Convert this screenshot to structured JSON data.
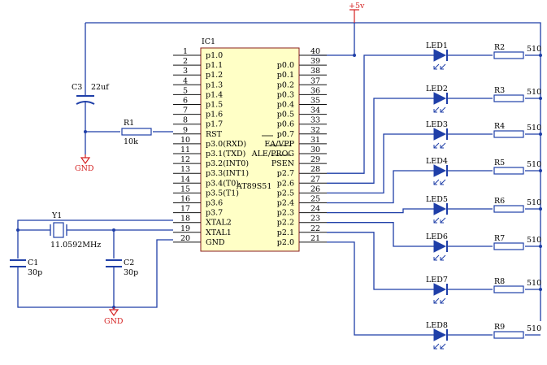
{
  "ic": {
    "ref": "IC1",
    "part": "AT89S51",
    "left_pins": [
      {
        "num": "1",
        "name": "p1.0"
      },
      {
        "num": "2",
        "name": "p1.1"
      },
      {
        "num": "3",
        "name": "p1.2"
      },
      {
        "num": "4",
        "name": "p1.3"
      },
      {
        "num": "5",
        "name": "p1.4"
      },
      {
        "num": "6",
        "name": "p1.5"
      },
      {
        "num": "7",
        "name": "p1.6"
      },
      {
        "num": "8",
        "name": "p1.7"
      },
      {
        "num": "9",
        "name": "RST"
      },
      {
        "num": "10",
        "name": "p3.0(RXD)"
      },
      {
        "num": "11",
        "name": "p3.1(TXD)"
      },
      {
        "num": "12",
        "name": "p3.2(INT0)"
      },
      {
        "num": "13",
        "name": "p3.3(INT1)"
      },
      {
        "num": "14",
        "name": "p3.4(T0)"
      },
      {
        "num": "15",
        "name": "p3.5(T1)"
      },
      {
        "num": "16",
        "name": "p3.6"
      },
      {
        "num": "17",
        "name": "p3.7"
      },
      {
        "num": "18",
        "name": "XTAL2"
      },
      {
        "num": "19",
        "name": "XTAL1"
      },
      {
        "num": "20",
        "name": "GND"
      }
    ],
    "right_pins": [
      {
        "num": "40",
        "name": ""
      },
      {
        "num": "39",
        "name": "p0.0"
      },
      {
        "num": "38",
        "name": "p0.1"
      },
      {
        "num": "37",
        "name": "p0.2"
      },
      {
        "num": "36",
        "name": "p0.3"
      },
      {
        "num": "35",
        "name": "p0.4"
      },
      {
        "num": "34",
        "name": "p0.5"
      },
      {
        "num": "33",
        "name": "p0.6"
      },
      {
        "num": "32",
        "name": "p0.7"
      },
      {
        "num": "31",
        "name": "EA/VPP"
      },
      {
        "num": "30",
        "name": "ALE/PROG"
      },
      {
        "num": "29",
        "name": "PSEN"
      },
      {
        "num": "28",
        "name": "p2.7"
      },
      {
        "num": "27",
        "name": "p2.6"
      },
      {
        "num": "26",
        "name": "p2.5"
      },
      {
        "num": "25",
        "name": "p2.4"
      },
      {
        "num": "24",
        "name": "p2.3"
      },
      {
        "num": "23",
        "name": "p2.2"
      },
      {
        "num": "22",
        "name": "p2.1"
      },
      {
        "num": "21",
        "name": "p2.0"
      }
    ]
  },
  "power": {
    "vcc": "+5v",
    "gnd_top": "GND",
    "gnd_bottom": "GND"
  },
  "parts": {
    "c3": {
      "ref": "C3",
      "value": "22uf"
    },
    "r1": {
      "ref": "R1",
      "value": "10k"
    },
    "y1": {
      "ref": "Y1",
      "value": "11.0592MHz"
    },
    "c1": {
      "ref": "C1",
      "value": "30p"
    },
    "c2": {
      "ref": "C2",
      "value": "30p"
    }
  },
  "leds": [
    {
      "led": "LED1",
      "res": "R2",
      "value": "510"
    },
    {
      "led": "LED2",
      "res": "R3",
      "value": "510"
    },
    {
      "led": "LED3",
      "res": "R4",
      "value": "510"
    },
    {
      "led": "LED4",
      "res": "R5",
      "value": "510"
    },
    {
      "led": "LED5",
      "res": "R6",
      "value": "510"
    },
    {
      "led": "LED6",
      "res": "R7",
      "value": "510"
    },
    {
      "led": "LED7",
      "res": "R8",
      "value": "510"
    },
    {
      "led": "LED8",
      "res": "R9",
      "value": "510"
    }
  ]
}
